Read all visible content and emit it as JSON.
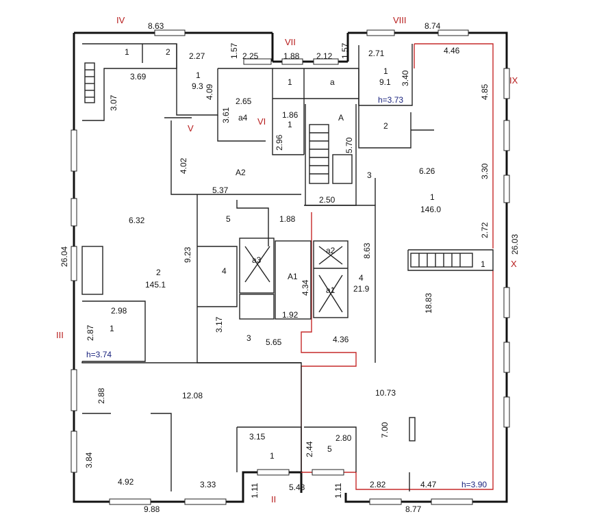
{
  "roman": [
    "IV",
    "VII",
    "VIII",
    "IX",
    "V",
    "VI",
    "III",
    "X",
    "II"
  ],
  "dims": {
    "top_left": "8.63",
    "top_right": "8.74",
    "bottom_left": "9.88",
    "bottom_right": "8.77",
    "left_side": "26.04",
    "right_side": "26.03",
    "d_227": "2.27",
    "d_157a": "1.57",
    "d_225": "2.25",
    "d_188a": "1.88",
    "d_212": "2.12",
    "d_157b": "1.57",
    "d_271": "2.71",
    "d_446": "4.46",
    "d_340": "3.40",
    "d_485": "4.85",
    "d_369": "3.69",
    "d_307": "3.07",
    "d_409": "4.09",
    "d_265": "2.65",
    "d_361": "3.61",
    "d_186": "1.86",
    "d_296": "2.96",
    "d_570": "5.70",
    "d_402": "4.02",
    "d_537": "5.37",
    "d_626": "6.26",
    "d_330": "3.30",
    "d_250": "2.50",
    "d_632": "6.32",
    "d_188b": "1.88",
    "d_923": "9.23",
    "d_272": "2.72",
    "d_863": "8.63",
    "d_434": "4.34",
    "d_192": "1.92",
    "d_298": "2.98",
    "d_287": "2.87",
    "d_317": "3.17",
    "d_565": "5.65",
    "d_436": "4.36",
    "d_1883": "18.83",
    "d_288": "2.88",
    "d_1208": "12.08",
    "d_1073": "10.73",
    "d_700": "7.00",
    "d_315": "3.15",
    "d_244": "2.44",
    "d_280": "2.80",
    "d_384": "3.84",
    "d_492": "4.92",
    "d_333": "3.33",
    "d_111a": "1.11",
    "d_548": "5.48",
    "d_111b": "1.11",
    "d_282": "2.82",
    "d_447": "4.47"
  },
  "rooms": {
    "r1_tl": "1",
    "r2_wc": "2",
    "r1_a": "1",
    "r1_a_area": "9.3",
    "r_a4": "a4",
    "r1_b": "1",
    "r1_c": "1",
    "r_a": "а",
    "r_A": "А",
    "r1_d": "1",
    "r1_d_area": "9.1",
    "r2_b": "2",
    "r3_a": "3",
    "r_A2": "А2",
    "r1_big": "1",
    "r1_big_area": "146.0",
    "r5_a": "5",
    "r4_a": "4",
    "r_a3": "а3",
    "r_A1": "А1",
    "r_a2": "а2",
    "r_a1": "а1",
    "r4_b": "4",
    "r4_b_area": "21.9",
    "r2_big": "2",
    "r2_big_area": "145.1",
    "r1_e": "1",
    "r3_b": "3",
    "r1_f": "1",
    "r5_b": "5",
    "r1_g": "1"
  },
  "heights": {
    "h1": "h=3.73",
    "h2": "h=3.74",
    "h3": "h=3.90"
  },
  "colors": {
    "wall": "#111111",
    "red_outline": "#c62828",
    "roman": "#b71c1c",
    "height_label": "#1a237e"
  }
}
